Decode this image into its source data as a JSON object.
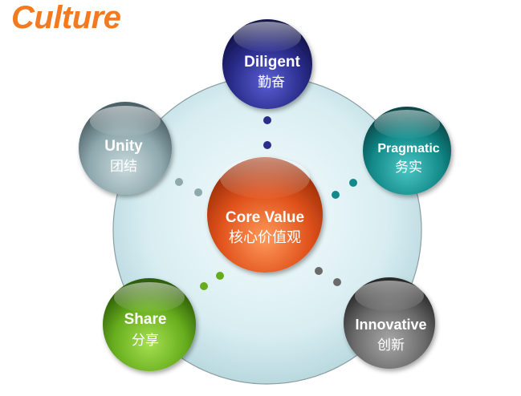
{
  "title": "Culture",
  "center": {
    "en": "Core Value",
    "zh": "核心价值观"
  },
  "nodes": [
    {
      "id": "diligent",
      "en": "Diligent",
      "zh": "勤奋",
      "color": "#2b2d8c"
    },
    {
      "id": "pragmatic",
      "en": "Pragmatic",
      "zh": "务实",
      "color": "#138a8a"
    },
    {
      "id": "innovative",
      "en": "Innovative",
      "zh": "创新",
      "color": "#6a6a6a"
    },
    {
      "id": "share",
      "en": "Share",
      "zh": "分享",
      "color": "#66ad1e"
    },
    {
      "id": "unity",
      "en": "Unity",
      "zh": "团结",
      "color": "#8ea8ad"
    }
  ],
  "colors": {
    "title": "#f47a20",
    "center": "#e0521c",
    "ring": "#d3eaee"
  }
}
